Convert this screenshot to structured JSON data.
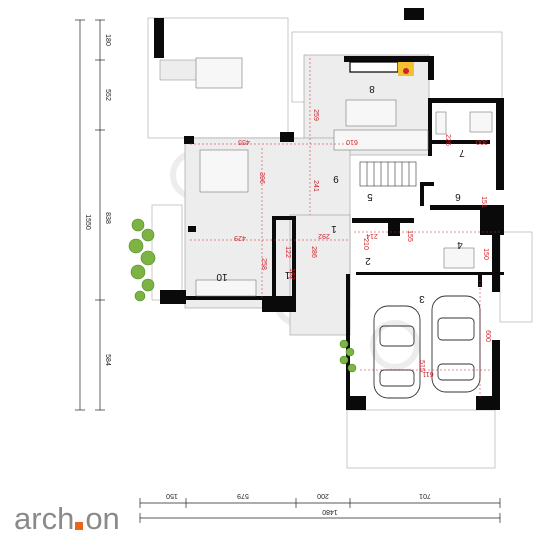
{
  "rooms": {
    "r1": "1",
    "r2": "2",
    "r3": "3",
    "r4": "4",
    "r5": "5",
    "r6": "6",
    "r7": "7",
    "r8": "8",
    "r9": "9",
    "r10": "10",
    "r11": "11"
  },
  "room_dims": {
    "d_610": "610",
    "d_455": "455",
    "d_259": "259",
    "d_429": "429",
    "d_396": "396",
    "d_226": "226",
    "d_300": "300",
    "d_241": "241",
    "d_292": "292",
    "d_214": "214",
    "d_210": "210",
    "d_155": "155",
    "d_122": "122",
    "d_182": "182",
    "d_286": "286",
    "d_515": "515",
    "d_600": "600",
    "d_611": "611",
    "d_151": "151",
    "d_150s": "150",
    "d_258": "258"
  },
  "dims_left": {
    "total": "1550",
    "seg1": "180",
    "seg2": "552",
    "seg3": "838",
    "seg4": "584"
  },
  "dims_bottom": {
    "total": "1480",
    "seg1": "150",
    "seg2": "579",
    "seg3": "200",
    "seg4": "701"
  },
  "logo": {
    "part1": "arch",
    "part2": "on",
    "square_color": "#e8661a"
  },
  "colors": {
    "walls": "#0a0a0a",
    "red_labels": "#d0202a",
    "trees": "#7cb342"
  }
}
